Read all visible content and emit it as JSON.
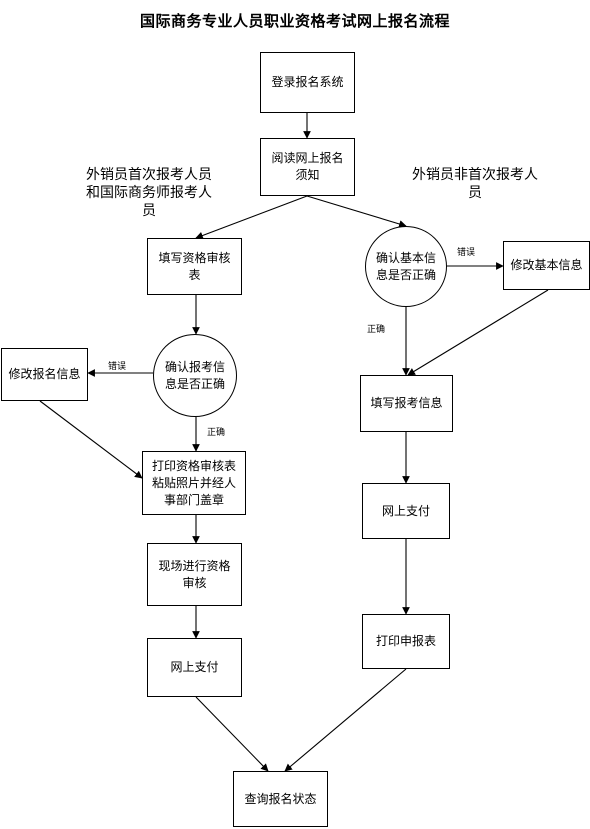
{
  "title": "国际商务专业人员职业资格考试网上报名流程",
  "branches": {
    "left_note": "外销员首次报考人员和国际商务师报考人员",
    "right_note": "外销员非首次报考人员"
  },
  "nodes": {
    "login": "登录报名系统",
    "read_notice": "阅读网上报名须知",
    "fill_review": "填写资格审核表",
    "confirm_info": "确认报考信息是否正确",
    "modify_info": "修改报名信息",
    "print_review": "打印资格审核表粘贴照片并经人事部门盖章",
    "onsite_review": "现场进行资格审核",
    "pay_left": "网上支付",
    "confirm_basic": "确认基本信息是否正确",
    "modify_basic": "修改基本信息",
    "fill_exam_info": "填写报考信息",
    "pay_right": "网上支付",
    "print_application": "打印申报表",
    "query_status": "查询报名状态"
  },
  "labels": {
    "error_left": "错误",
    "correct_left": "正确",
    "error_right": "错误",
    "correct_right": "正确"
  }
}
